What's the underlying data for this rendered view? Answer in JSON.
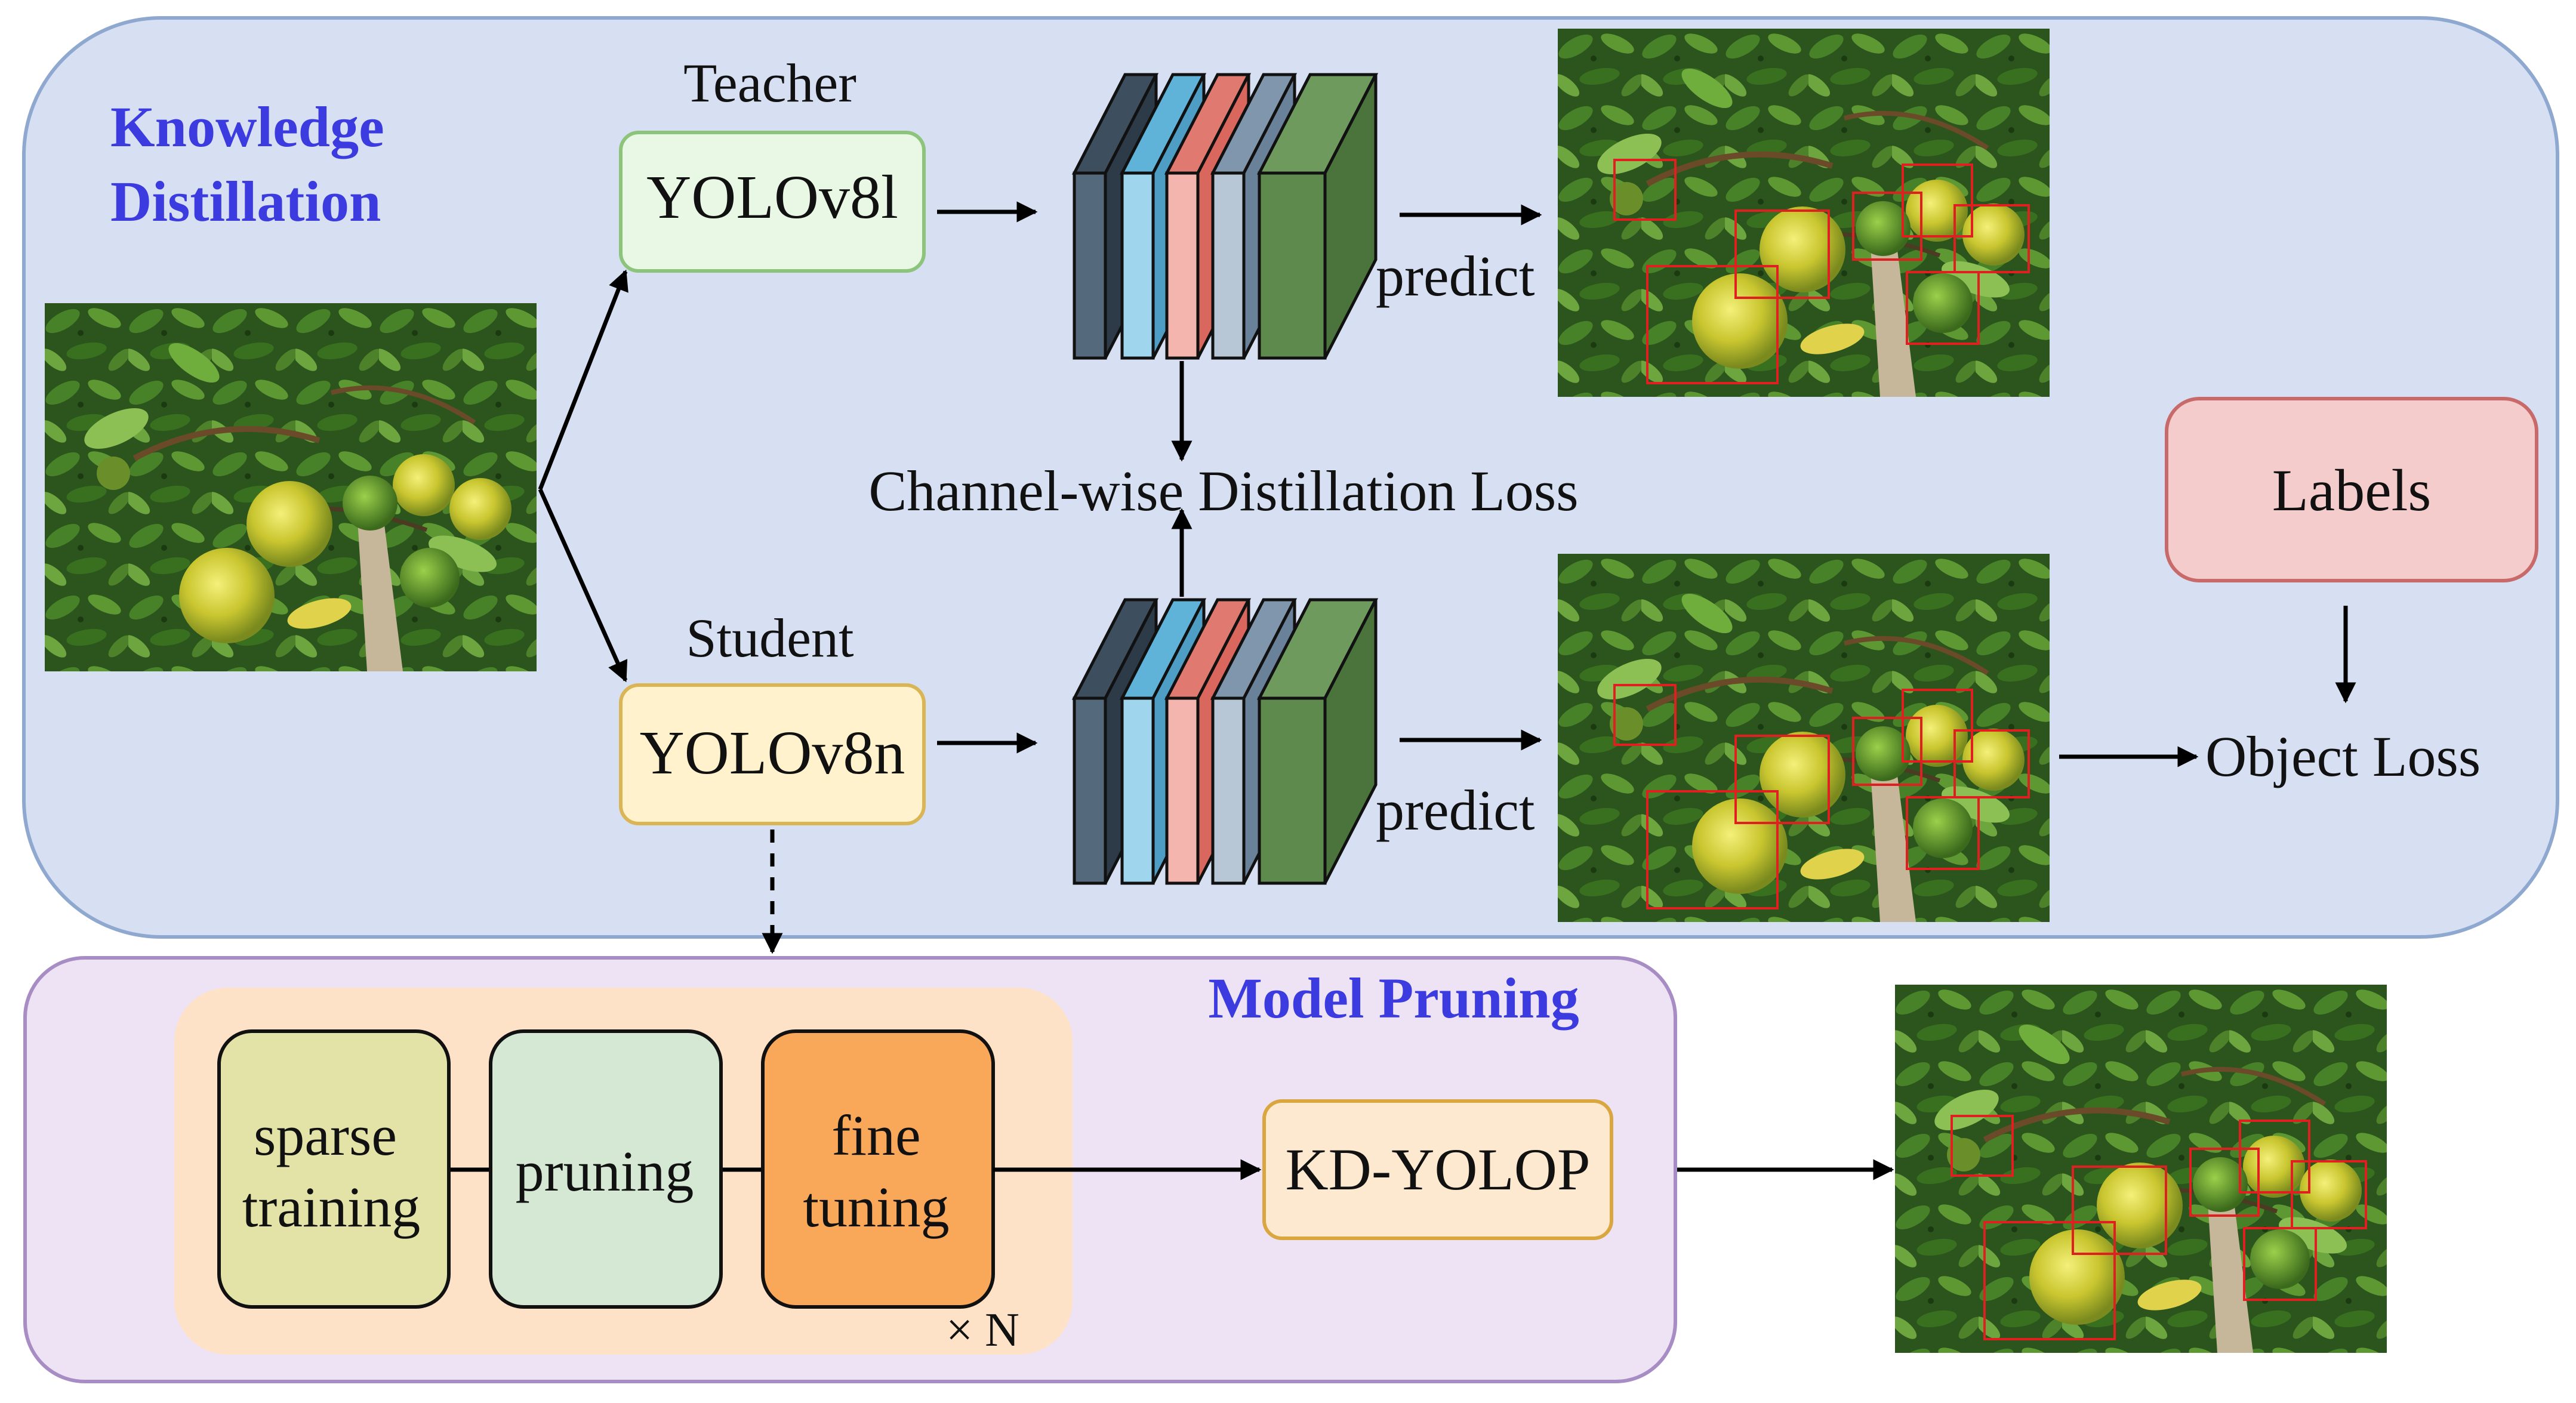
{
  "knowledge_distillation": {
    "title_line1": "Knowledge",
    "title_line2": "Distillation",
    "teacher_label": "Teacher",
    "teacher_model": "YOLOv8l",
    "student_label": "Student",
    "student_model": "YOLOv8n",
    "predict_top": "predict",
    "predict_bottom": "predict",
    "channel_loss": "Channel-wise Distillation Loss",
    "labels": "Labels",
    "object_loss": "Object Loss"
  },
  "model_pruning": {
    "title": "Model Pruning",
    "sparse_line1": "sparse",
    "sparse_line2": "training",
    "pruning": "pruning",
    "fine_line1": "fine",
    "fine_line2": "tuning",
    "repeat": "× N",
    "output_model": "KD-YOLOP"
  },
  "colors": {
    "kd_panel": "#d6e0f2",
    "kd_border": "#8fa8cf",
    "pruning_panel": "#ede3f5",
    "pruning_border": "#a88cc4",
    "pruning_inner": "#fde2c8",
    "title_blue": "#3b3be0",
    "teacher_fill": "#e9f7e5",
    "teacher_border": "#8bc47a",
    "student_fill": "#fff2cc",
    "student_border": "#d9b556",
    "labels_fill": "#f5cccc",
    "labels_border": "#c96a6a",
    "sparse_fill": "#e3e3a8",
    "pruning_fill": "#d4e8d4",
    "fine_fill": "#f9a85a",
    "kd_yolop_fill": "#fde9cf",
    "kd_yolop_border": "#d9a640"
  },
  "icons": {
    "photo": "orange-tree-photo-icon",
    "feature_stack": "feature-map-stack-icon"
  }
}
